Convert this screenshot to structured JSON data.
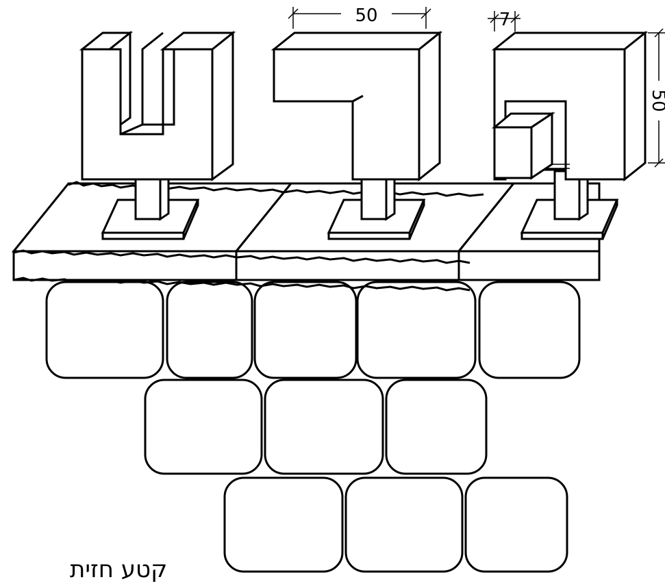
{
  "caption": "קטע חזית",
  "dimensions": {
    "letter_width": "50",
    "letter_depth": "7",
    "letter_height": "50"
  },
  "letters": [
    "ט",
    "ך",
    "ה"
  ],
  "line_color": "#000000",
  "background_color": "#ffffff"
}
